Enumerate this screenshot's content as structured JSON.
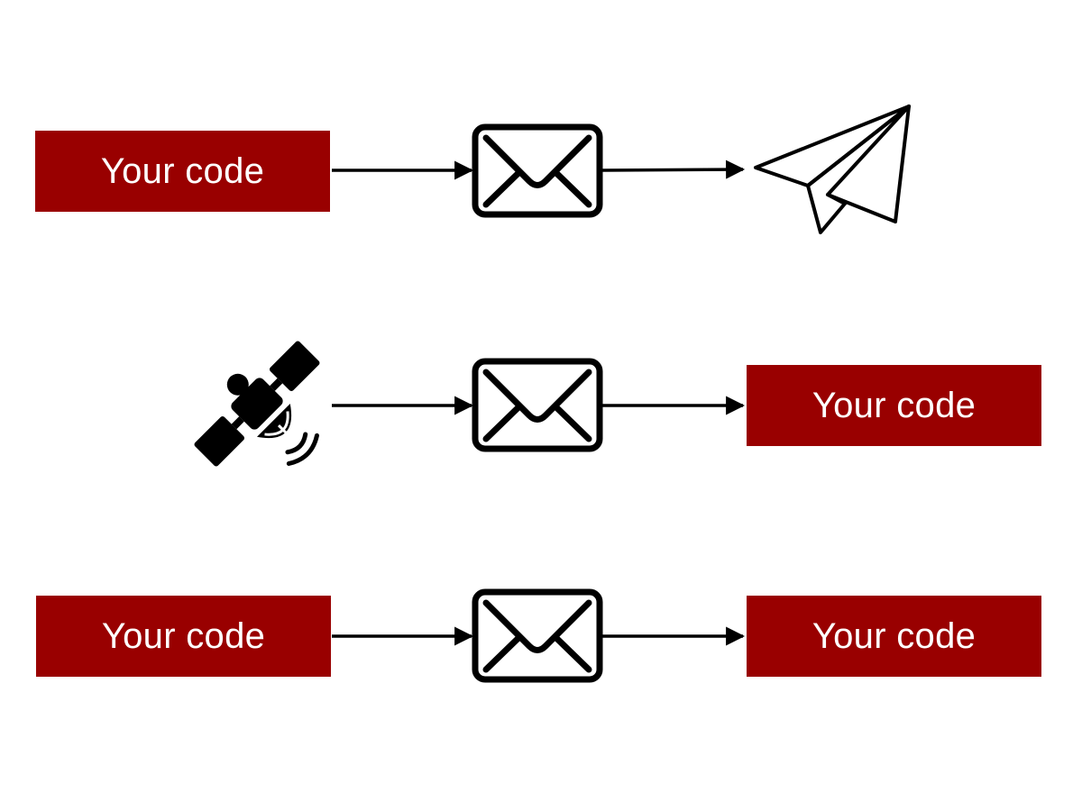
{
  "colors": {
    "box_fill": "#990000",
    "box_text": "#ffffff",
    "line": "#000000",
    "background": "#ffffff"
  },
  "rows": [
    {
      "source": {
        "type": "box",
        "label": "Your code"
      },
      "middle": {
        "icon": "envelope-icon"
      },
      "target": {
        "type": "icon",
        "icon": "paper-plane-icon"
      }
    },
    {
      "source": {
        "type": "icon",
        "icon": "satellite-icon"
      },
      "middle": {
        "icon": "envelope-icon"
      },
      "target": {
        "type": "box",
        "label": "Your code"
      }
    },
    {
      "source": {
        "type": "box",
        "label": "Your code"
      },
      "middle": {
        "icon": "envelope-icon"
      },
      "target": {
        "type": "box",
        "label": "Your code"
      }
    }
  ]
}
